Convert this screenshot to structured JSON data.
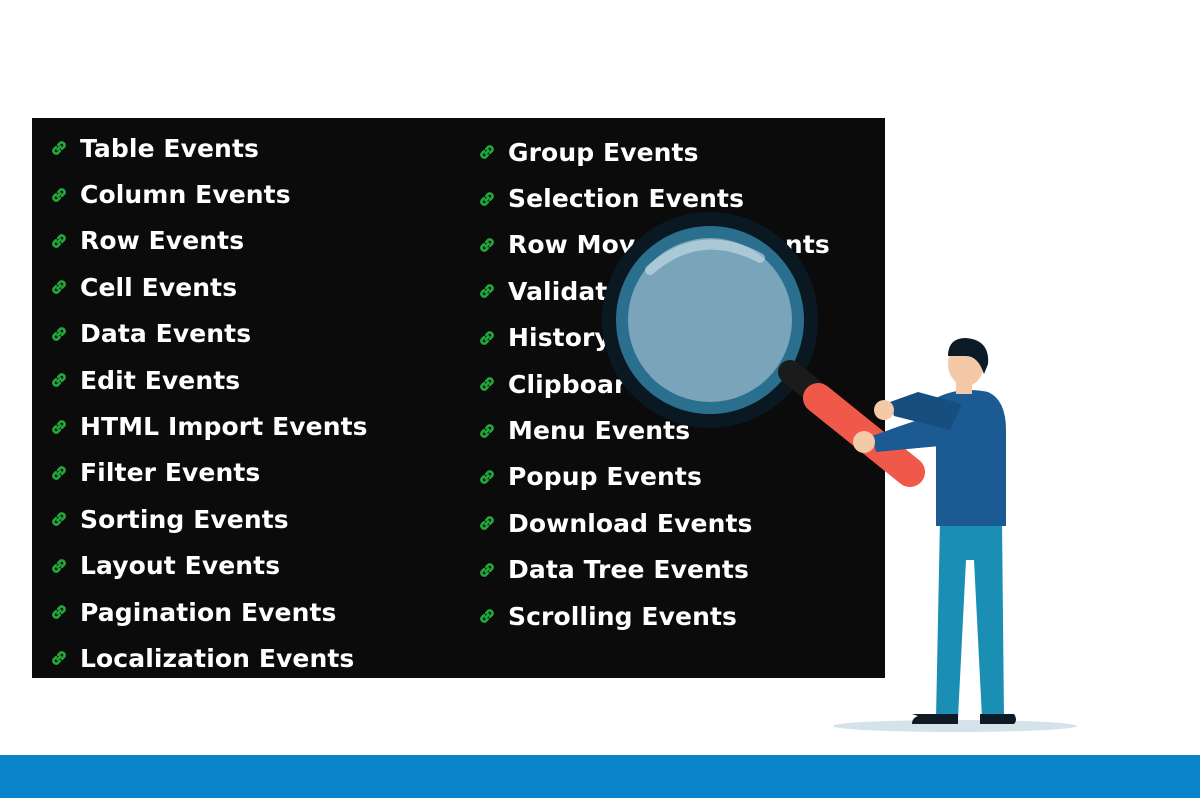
{
  "event_links": {
    "left_column": [
      {
        "label": "Table Events"
      },
      {
        "label": "Column Events"
      },
      {
        "label": "Row Events"
      },
      {
        "label": "Cell Events"
      },
      {
        "label": "Data Events"
      },
      {
        "label": "Edit Events"
      },
      {
        "label": "HTML Import Events"
      },
      {
        "label": "Filter Events"
      },
      {
        "label": "Sorting Events"
      },
      {
        "label": "Layout Events"
      },
      {
        "label": "Pagination Events"
      },
      {
        "label": "Localization Events"
      }
    ],
    "right_column": [
      {
        "label": "Group Events"
      },
      {
        "label": "Selection Events"
      },
      {
        "label": "Row Movement Events"
      },
      {
        "label": "Validation Events"
      },
      {
        "label": "History Events"
      },
      {
        "label": "Clipboard Events"
      },
      {
        "label": "Menu Events"
      },
      {
        "label": "Popup Events"
      },
      {
        "label": "Download Events"
      },
      {
        "label": "Data Tree Events"
      },
      {
        "label": "Scrolling Events"
      }
    ],
    "icon": "link-icon"
  },
  "colors": {
    "panel_background": "#0b0b0b",
    "link_icon": "#22a83a",
    "label_text": "#ffffff",
    "bottom_bar": "#0a85cc",
    "magnifier_handle": "#f0584a",
    "shirt": "#1c5a93",
    "pants": "#1a8fb3"
  },
  "illustration": "person-holding-magnifying-glass"
}
